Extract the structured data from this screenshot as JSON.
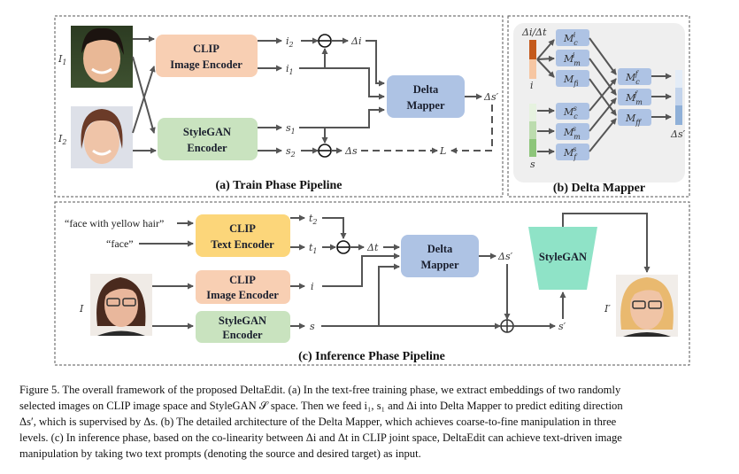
{
  "panels": {
    "train": {
      "title": "(a) Train Phase Pipeline",
      "inputs": [
        "I1",
        "I2"
      ],
      "clip_encoder": [
        "CLIP",
        "Image Encoder"
      ],
      "stylegan_encoder": [
        "StyleGAN",
        "Encoder"
      ],
      "delta_mapper": [
        "Delta",
        "Mapper"
      ],
      "vars": {
        "i2": "i2",
        "i1": "i1",
        "s1": "s1",
        "s2": "s2",
        "delta_i": "Δi",
        "delta_s": "Δs",
        "delta_s_prime": "Δs′",
        "loss": "L"
      }
    },
    "mapper": {
      "title": "(b) Delta Mapper",
      "input_top": "Δi/Δt",
      "input_i": "i",
      "input_s": "s",
      "output": "Δs′",
      "image_blocks": [
        "M_c^i",
        "M_m^i",
        "M_f^i"
      ],
      "style_blocks": [
        "M_c^s",
        "M_m^s",
        "M_f^s"
      ],
      "fusion_blocks": [
        "M_c^f",
        "M_m^f",
        "M_f^f"
      ]
    },
    "inference": {
      "title": "(c) Inference Phase Pipeline",
      "prompt_target": "“face with yellow hair”",
      "prompt_source": "“face”",
      "text_encoder": [
        "CLIP",
        "Text Encoder"
      ],
      "image_encoder": [
        "CLIP",
        "Image Encoder"
      ],
      "stylegan_encoder": [
        "StyleGAN",
        "Encoder"
      ],
      "delta_mapper": [
        "Delta",
        "Mapper"
      ],
      "generator": "StyleGAN",
      "input_image": "I",
      "output_image": "I′",
      "vars": {
        "t2": "t2",
        "t1": "t1",
        "delta_t": "Δt",
        "i": "i",
        "s": "s",
        "delta_s_prime": "Δs′",
        "s_prime": "s′"
      }
    }
  },
  "colors": {
    "clip_image": "#f8cfb3",
    "clip_text": "#fcd67a",
    "stylegan_enc": "#c9e3bf",
    "delta_mapper": "#aec3e4",
    "generator": "#8fe3c7",
    "mapper_bg": "#efefef",
    "arrow": "#555555"
  },
  "caption": [
    "Figure 5. The overall framework of the proposed DeltaEdit. (a) In the text-free training phase, we extract embeddings of two randomly",
    "selected images on CLIP image space and StyleGAN 𝒮 space. Then we feed i₁, s₁ and Δi into Delta Mapper to predict editing direction",
    "Δs′, which is supervised by Δs. (b) The detailed architecture of the Delta Mapper, which achieves coarse-to-fine manipulation in three",
    "levels. (c) In inference phase, based on the co-linearity between Δi and Δt in CLIP joint space, DeltaEdit can achieve text-driven image",
    "manipulation by taking two text prompts (denoting the source and desired target) as input."
  ]
}
